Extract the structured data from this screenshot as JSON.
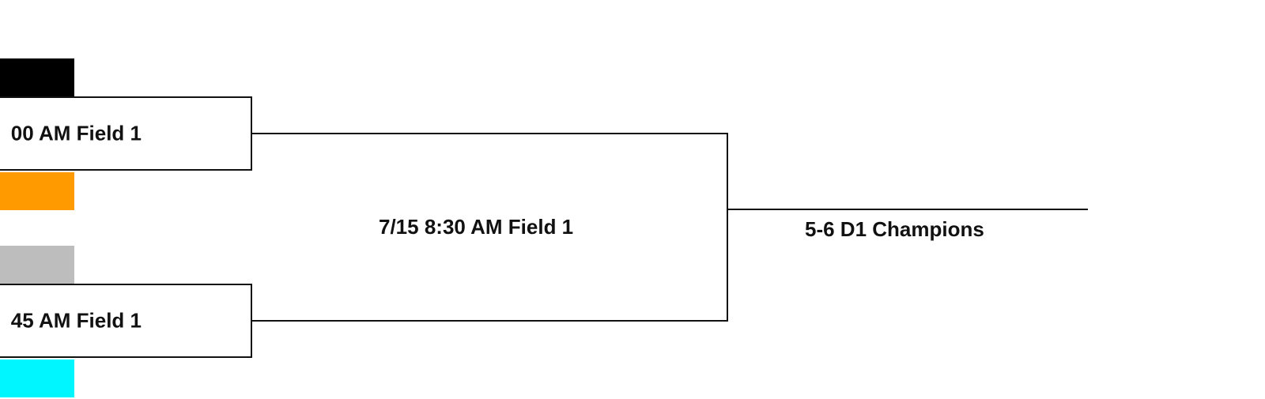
{
  "teams": [
    {
      "color": "#000000"
    },
    {
      "color": "#ff9a00"
    },
    {
      "color": "#bdbdbd"
    },
    {
      "color": "#00f6ff"
    }
  ],
  "games": [
    {
      "label": "00 AM Field 1"
    },
    {
      "label": "45 AM Field 1"
    }
  ],
  "final_game": {
    "label": "7/15 8:30 AM Field 1"
  },
  "champion": {
    "label": "5-6 D1 Champions"
  }
}
